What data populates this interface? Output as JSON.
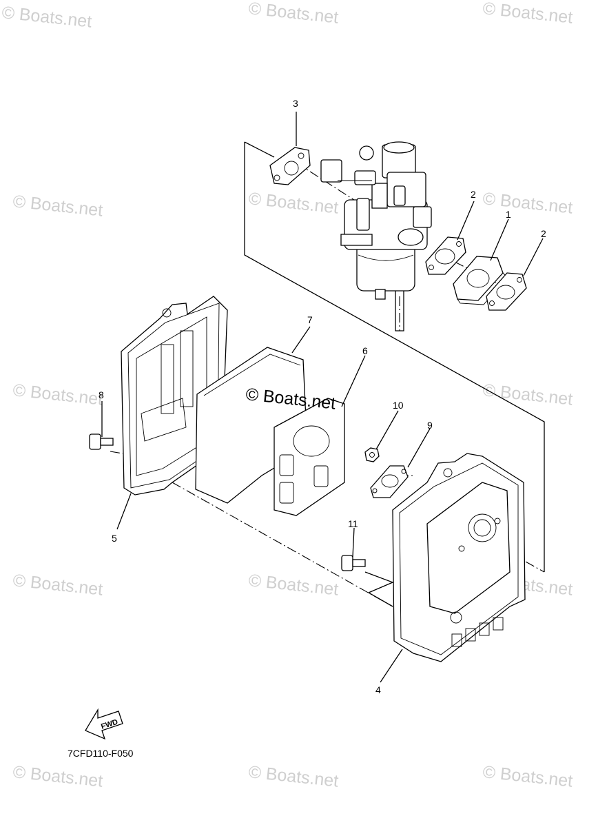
{
  "watermarks": {
    "text": "© Boats.net",
    "center_text": "© Boats.net"
  },
  "callouts": {
    "c1": "1",
    "c2a": "2",
    "c2b": "2",
    "c3": "3",
    "c4": "4",
    "c5": "5",
    "c6": "6",
    "c7": "7",
    "c8": "8",
    "c9": "9",
    "c10": "10",
    "c11": "11"
  },
  "fwd_label": "FWD",
  "part_code": "7CFD110-F050"
}
